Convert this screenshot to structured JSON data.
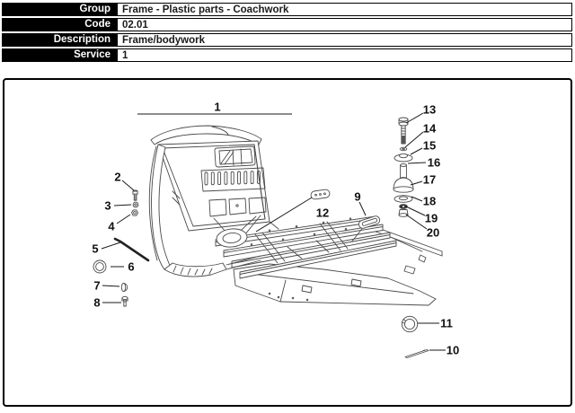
{
  "header": {
    "rows": [
      {
        "label": "Group",
        "value": "Frame - Plastic parts - Coachwork"
      },
      {
        "label": "Code",
        "value": "02.01"
      },
      {
        "label": "Description",
        "value": "Frame/bodywork"
      },
      {
        "label": "Service",
        "value": "1"
      }
    ]
  },
  "diagram": {
    "callouts": [
      "1",
      "2",
      "3",
      "4",
      "5",
      "6",
      "7",
      "8",
      "9",
      "10",
      "11",
      "12",
      "13",
      "14",
      "15",
      "16",
      "17",
      "18",
      "19",
      "20"
    ]
  },
  "colors": {
    "table_label_bg": "#000000",
    "table_label_text": "#ffffff",
    "table_value_text": "#1a1a1a",
    "diagram_border": "#000000",
    "line_art": "#4a4a4a"
  }
}
